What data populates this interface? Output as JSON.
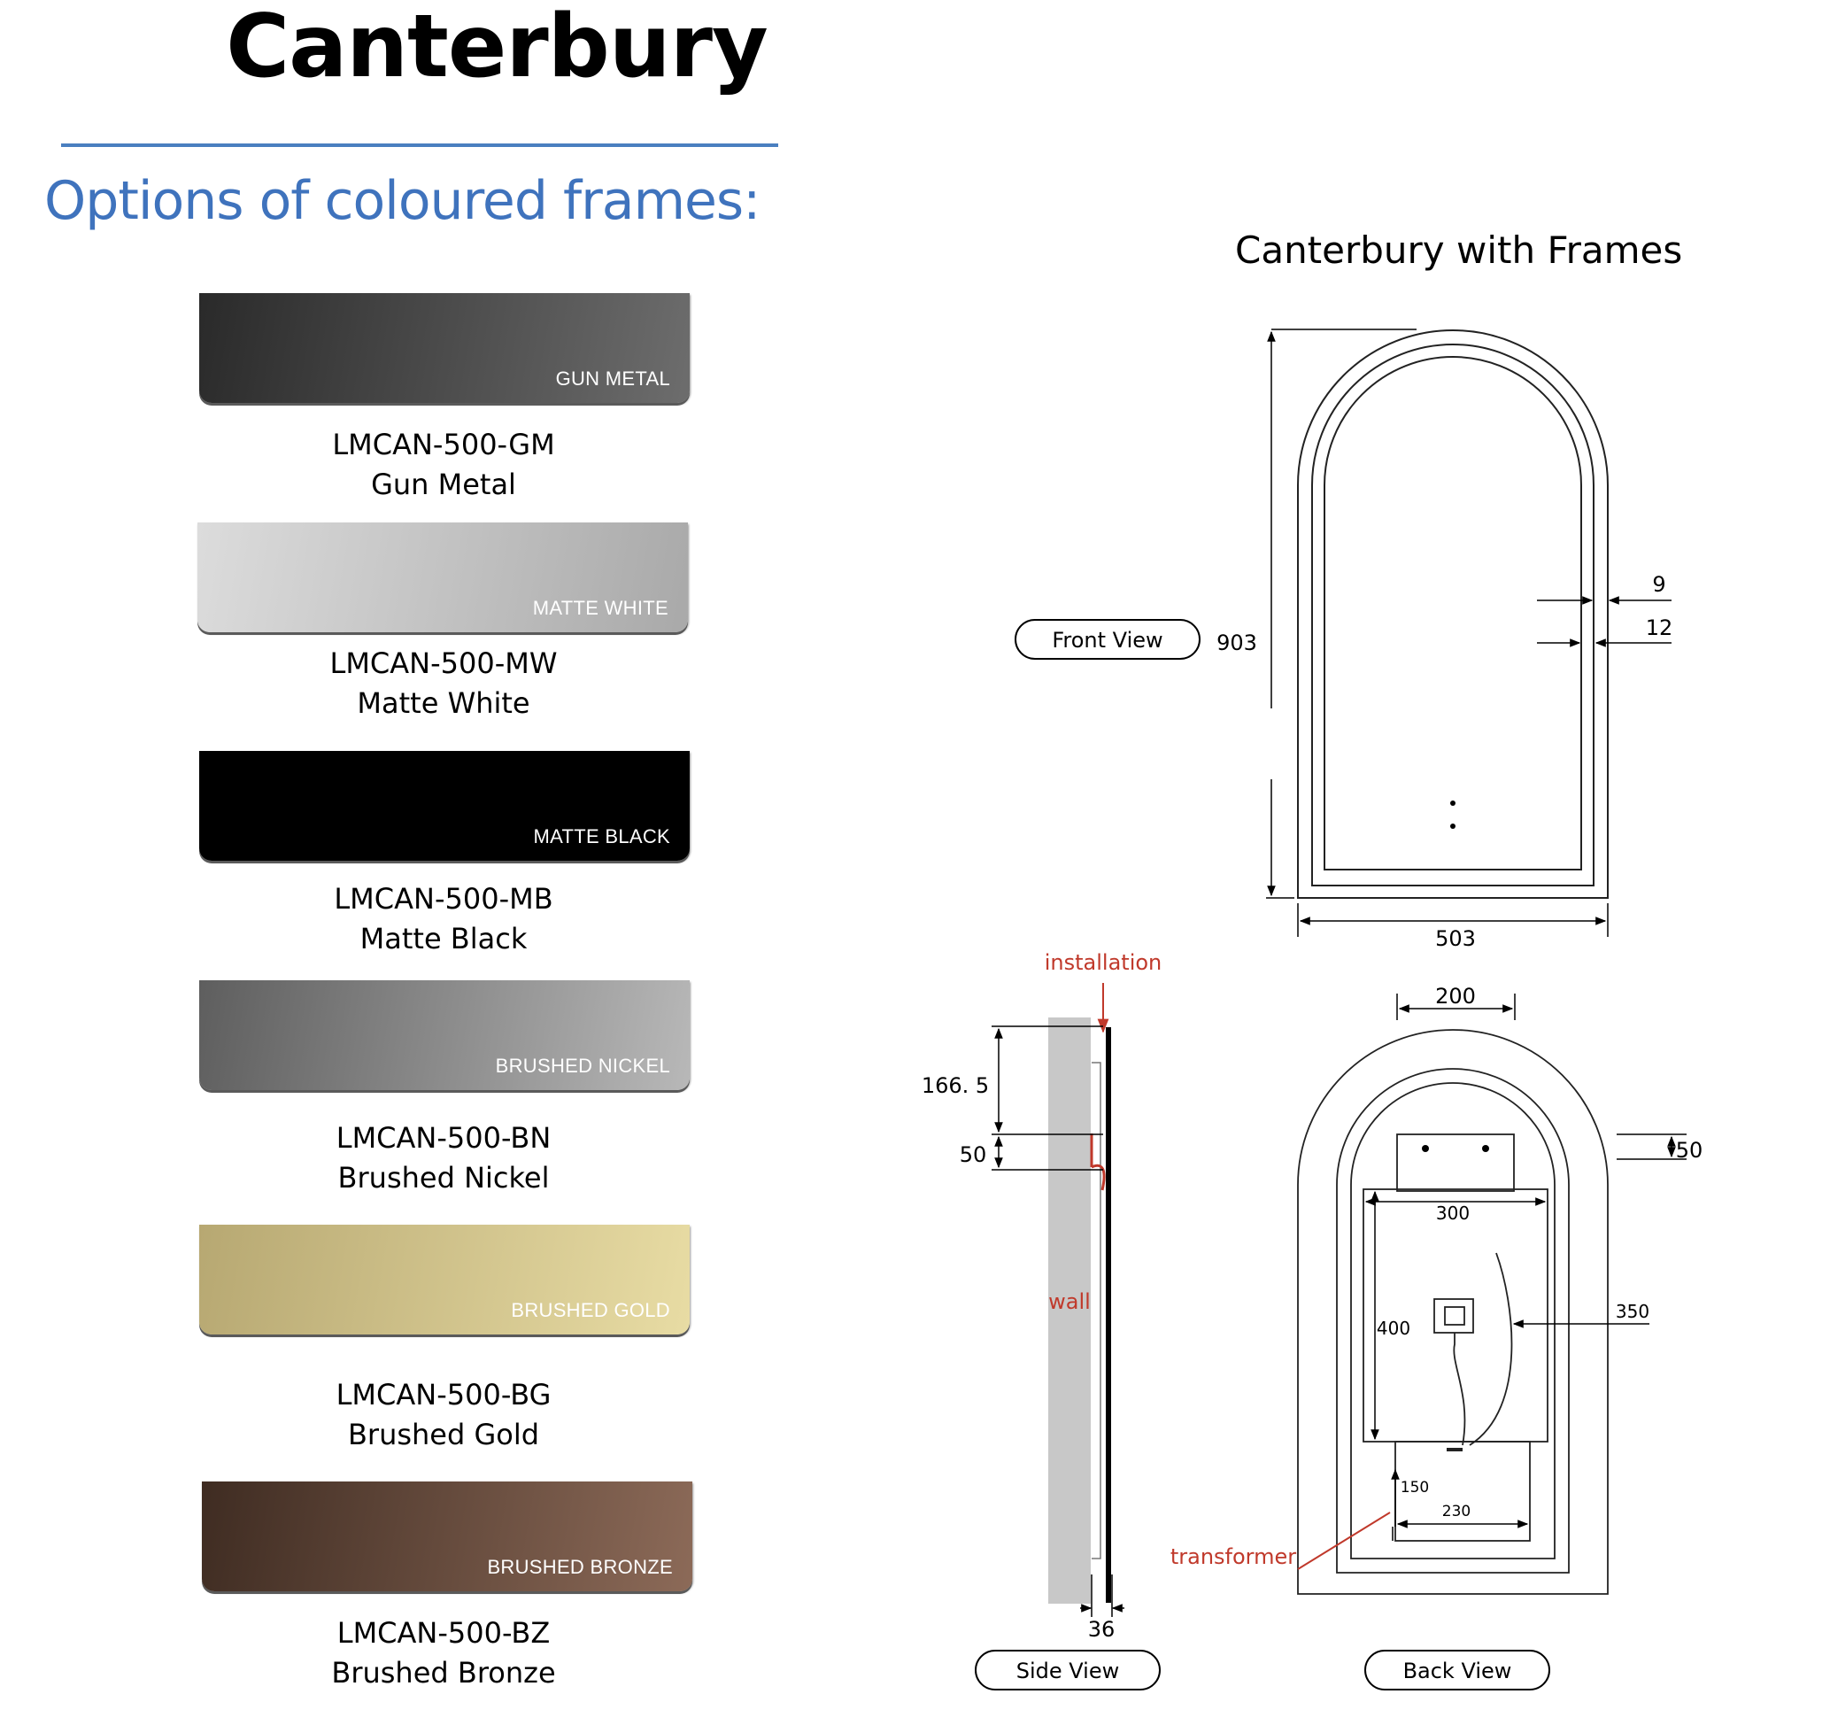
{
  "title": "Canterbury",
  "subtitle": "Options of coloured frames:",
  "swatches": [
    {
      "label": "GUN METAL",
      "code": "LMCAN-500-GM",
      "name": "Gun Metal",
      "colors": [
        "#2a2a2a",
        "#6d6d6d"
      ]
    },
    {
      "label": "MATTE WHITE",
      "code": "LMCAN-500-MW",
      "name": "Matte White",
      "colors": [
        "#dcdcdc",
        "#a9a9a9"
      ]
    },
    {
      "label": "MATTE BLACK",
      "code": "LMCAN-500-MB",
      "name": "Matte Black",
      "colors": [
        "#000000",
        "#000000"
      ]
    },
    {
      "label": "BRUSHED NICKEL",
      "code": "LMCAN-500-BN",
      "name": "Brushed Nickel",
      "colors": [
        "#5e5e5e",
        "#b8b8b8"
      ]
    },
    {
      "label": "BRUSHED GOLD",
      "code": "LMCAN-500-BG",
      "name": "Brushed Gold",
      "colors": [
        "#b7a872",
        "#e8dca4"
      ]
    },
    {
      "label": "BRUSHED BRONZE",
      "code": "LMCAN-500-BZ",
      "name": "Brushed Bronze",
      "colors": [
        "#3f2c22",
        "#8c6a58"
      ]
    }
  ],
  "diagram": {
    "title": "Canterbury with Frames",
    "front_view": "Front View",
    "side_view": "Side View",
    "back_view": "Back View",
    "dims": {
      "height": "903",
      "width": "503",
      "frame_9": "9",
      "frame_12": "12",
      "side_166": "166. 5",
      "side_50": "50",
      "side_36": "36",
      "back_200": "200",
      "back_50": "50",
      "back_300": "300",
      "back_400": "400",
      "back_350": "350",
      "back_150": "150",
      "back_230": "230"
    },
    "notes": {
      "installation": "installation",
      "wall": "wall",
      "transformer": "transformer"
    },
    "note_color": "#c0392b"
  }
}
